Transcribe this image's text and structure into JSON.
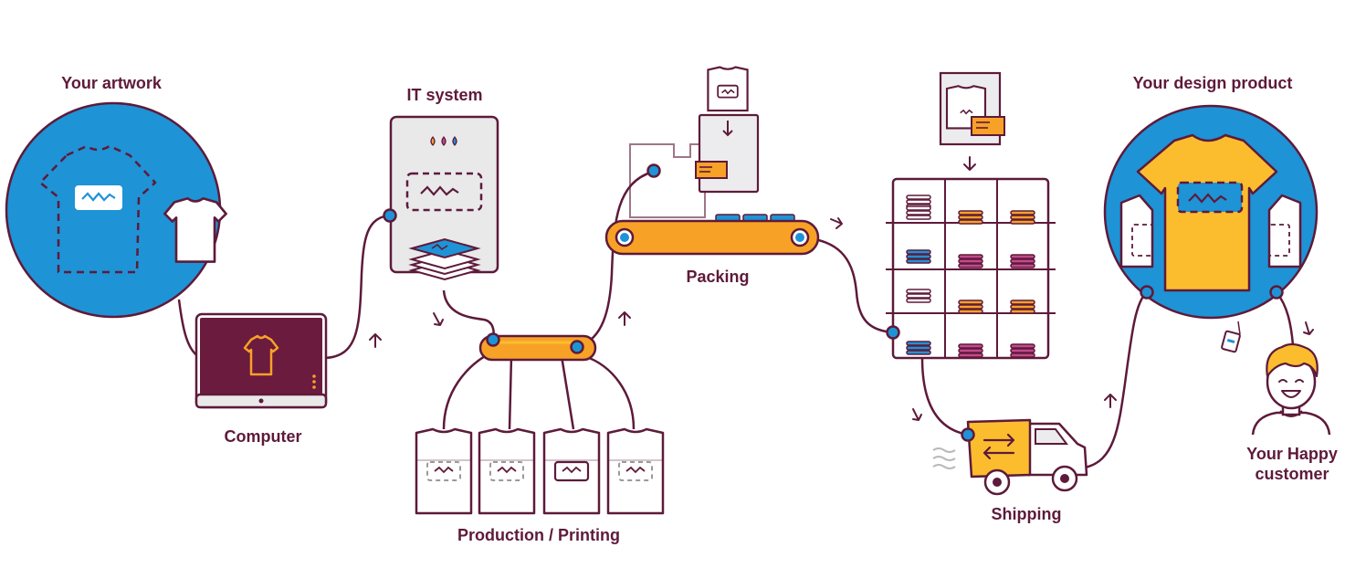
{
  "labels": {
    "artwork": "Your artwork",
    "computer": "Computer",
    "it_system": "IT system",
    "production": "Production / Printing",
    "packing": "Packing",
    "shipping": "Shipping",
    "design_product": "Your design product",
    "customer_line1": "Your Happy",
    "customer_line2": "customer"
  },
  "colors": {
    "outline": "#5e1a3a",
    "blue": "#1e93d6",
    "orange": "#f7a127",
    "yellow": "#fbbd2e",
    "purple": "#6b1b3d",
    "pink": "#c24a8d",
    "grey": "#e9e9ea",
    "white": "#ffffff"
  }
}
